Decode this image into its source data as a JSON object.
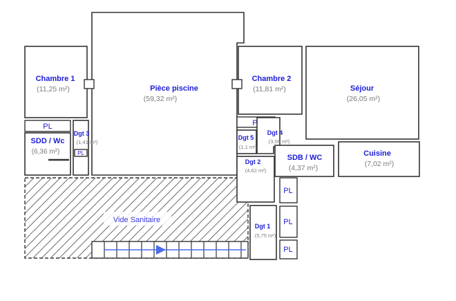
{
  "plan": {
    "rooms": {
      "chambre1": {
        "name": "Chambre 1",
        "area": "(11,25 m²)"
      },
      "piscine": {
        "name": "Pièce piscine",
        "area": "(59,32 m²)"
      },
      "chambre2": {
        "name": "Chambre 2",
        "area": "(11,81 m²)"
      },
      "sejour": {
        "name": "Séjour",
        "area": "(26,05 m²)"
      },
      "sdd": {
        "name": "SDD / Wc",
        "area": "(6,36 m²)"
      },
      "dgt3": {
        "name": "Dgt 3",
        "area": "(1,41 m²)"
      },
      "dgt5": {
        "name": "Dgt 5",
        "area": "(1,1 m²)"
      },
      "dgt4": {
        "name": "Dgt 4",
        "area": "(3,06 m²)"
      },
      "dgt2": {
        "name": "Dgt 2",
        "area": "(4,62 m²)"
      },
      "sdb": {
        "name": "SDB / WC",
        "area": "(4,37 m²)"
      },
      "cuisine": {
        "name": "Cuisine",
        "area": "(7,02 m²)"
      },
      "dgt1": {
        "name": "Dgt 1",
        "area": "(5,75 m²)"
      }
    },
    "placard_label": "PL",
    "vide_sanitaire": "Vide Sanitaire",
    "colors": {
      "wall": "#333333",
      "room_name": "#1d1dd6",
      "area_text": "#7a7a7a",
      "arrow": "#4a6cf0"
    }
  }
}
